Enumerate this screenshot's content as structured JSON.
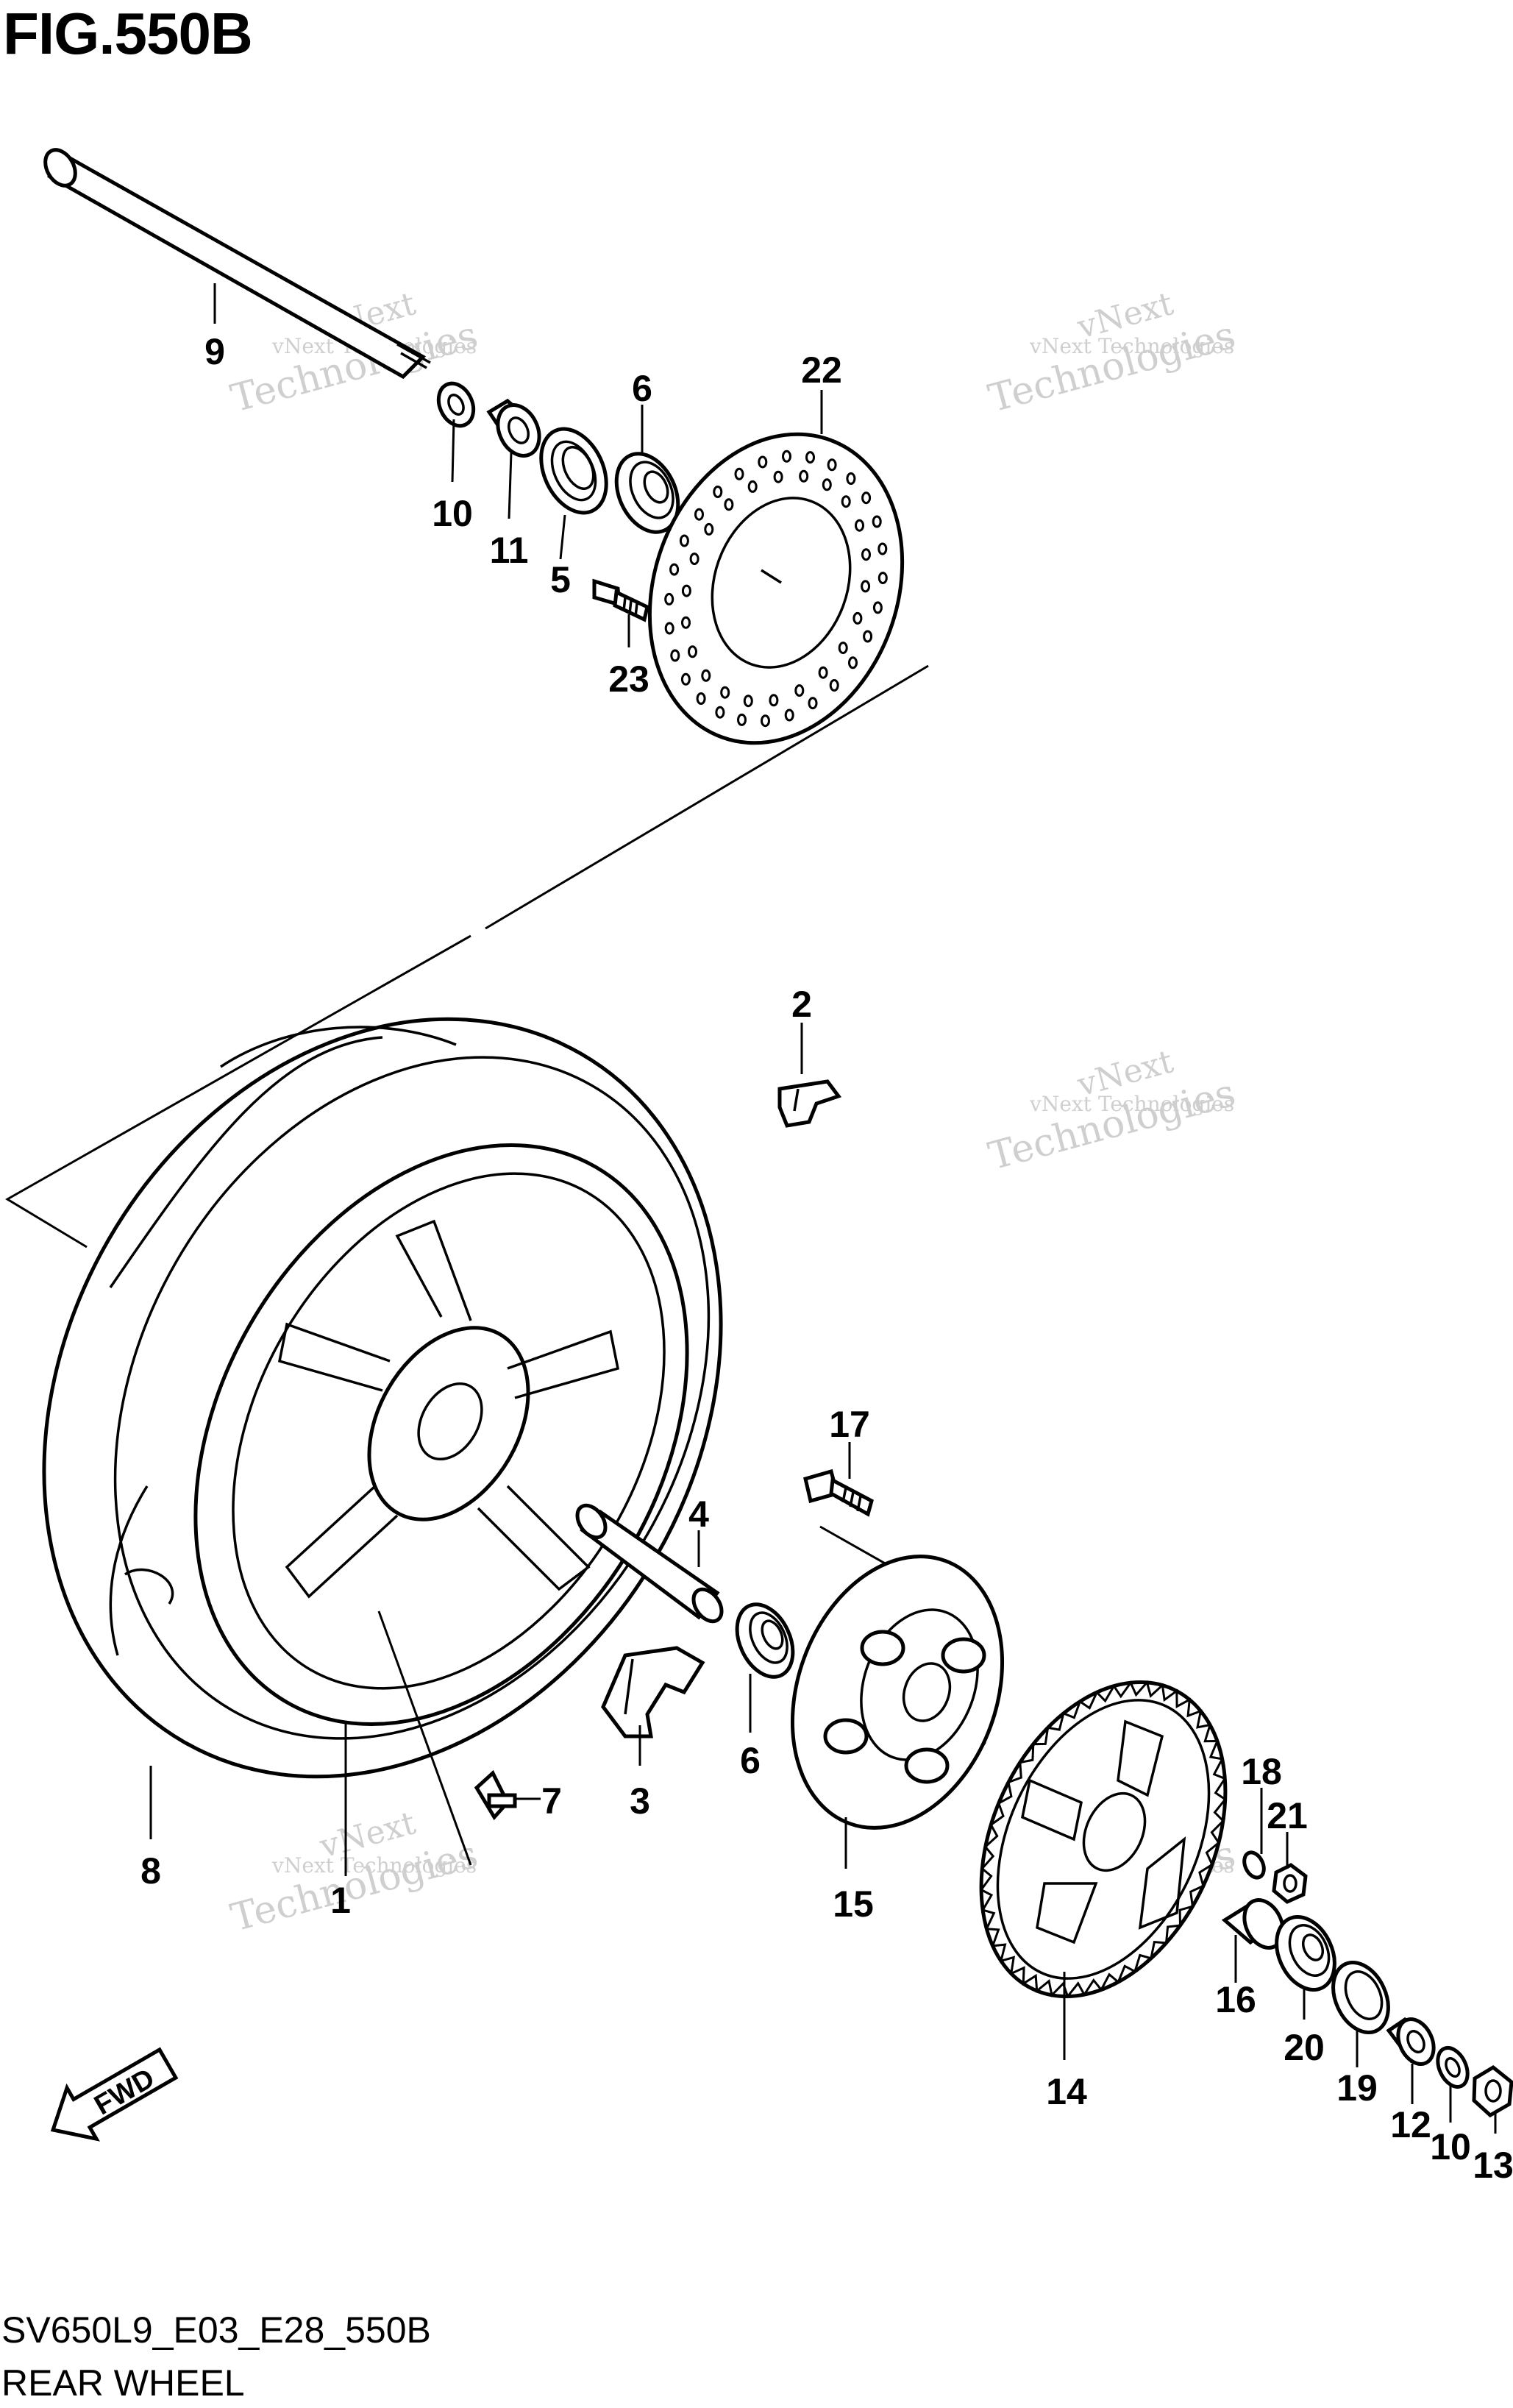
{
  "figure_title": "FIG.550B",
  "model_code": "SV650L9_E03_E28_550B",
  "diagram_name": "REAR WHEEL",
  "fwd_label": "FWD",
  "watermark": {
    "line1": "vNext Technologies",
    "line2": "vNext",
    "line3": "Technologies"
  },
  "callouts": {
    "c1": "1",
    "c2": "2",
    "c3": "3",
    "c4": "4",
    "c5": "5",
    "c6a": "6",
    "c6b": "6",
    "c7": "7",
    "c8": "8",
    "c9": "9",
    "c10a": "10",
    "c10b": "10",
    "c11": "11",
    "c12": "12",
    "c13": "13",
    "c14": "14",
    "c15": "15",
    "c16": "16",
    "c17": "17",
    "c18": "18",
    "c19": "19",
    "c20": "20",
    "c21": "21",
    "c22": "22",
    "c23": "23"
  }
}
